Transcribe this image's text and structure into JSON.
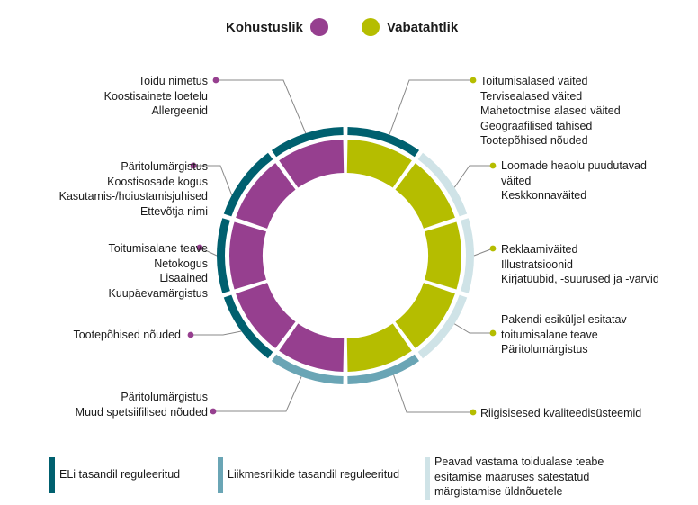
{
  "legend": {
    "mandatory": {
      "label": "Kohustuslik",
      "color": "#963f8f"
    },
    "voluntary": {
      "label": "Vabatahtlik",
      "color": "#b5bd00"
    }
  },
  "colors": {
    "eu": "#00606f",
    "member": "#6aa5b5",
    "general": "#cfe3e7"
  },
  "left_groups": [
    {
      "lines": [
        "Toidu nimetus",
        "Koostisainete loetelu",
        "Allergeenid"
      ]
    },
    {
      "lines": [
        "Päritolumärgistus",
        "Koostisosade kogus",
        "Kasutamis-/hoiustamisjuhised",
        "Ettevõtja nimi"
      ]
    },
    {
      "lines": [
        "Toitumisalane teave",
        "Netokogus",
        "Lisaained",
        "Kuupäevamärgistus"
      ]
    },
    {
      "lines": [
        "Tootepõhised nõuded"
      ]
    },
    {
      "lines": [
        "Päritolumärgistus",
        "Muud spetsiifilised nõuded"
      ]
    }
  ],
  "right_groups": [
    {
      "lines": [
        "Toitumisalased väited",
        "Tervisealased väited",
        "Mahetootmise alased väited",
        "Geograafilised tähised",
        "Tootepõhised nõuded"
      ]
    },
    {
      "lines": [
        "Loomade heaolu puudutavad",
        "väited",
        "Keskkonnaväited"
      ]
    },
    {
      "lines": [
        "Reklaamiväited",
        "Illustratsioonid",
        "Kirjatüübid, -suurused ja -värvid"
      ]
    },
    {
      "lines": [
        "Pakendi esiküljel esitatav",
        "toitumisalane teave",
        "Päritolumärgistus"
      ]
    },
    {
      "lines": [
        "Riigisisesed kvaliteedisüsteemid"
      ]
    }
  ],
  "bottom_legend": [
    {
      "lines": [
        "ELi tasandil reguleeritud"
      ]
    },
    {
      "lines": [
        "Liikmesriikide tasandil reguleeritud"
      ]
    },
    {
      "lines": [
        "Peavad vastama toidualase teabe",
        "esitamise määruses sätestatud",
        "märgistamise üldnõuetele"
      ]
    }
  ]
}
